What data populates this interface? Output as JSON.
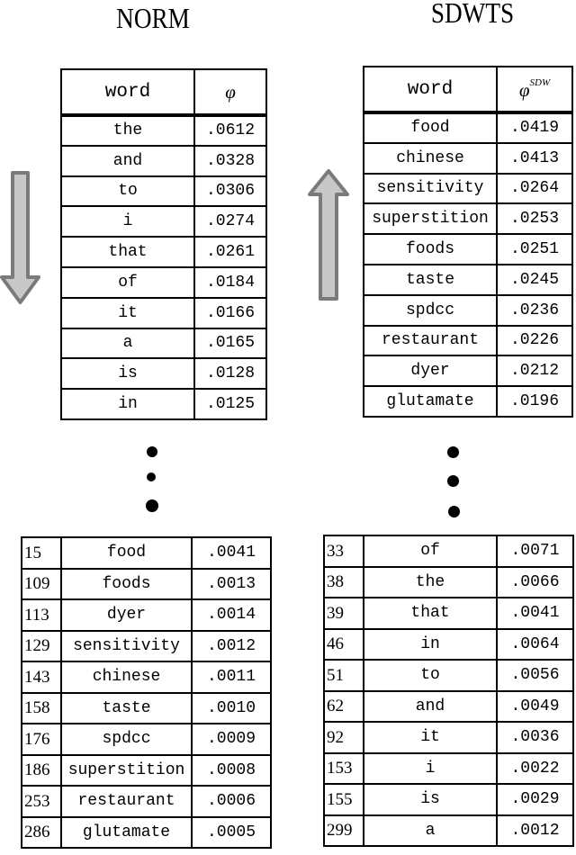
{
  "left": {
    "title": "NORM",
    "header": {
      "word": "word",
      "phi": "φ"
    },
    "arrow": "down-arrow",
    "top_rows": [
      {
        "word": "the",
        "value": ".0612"
      },
      {
        "word": "and",
        "value": ".0328"
      },
      {
        "word": "to",
        "value": ".0306"
      },
      {
        "word": "i",
        "value": ".0274"
      },
      {
        "word": "that",
        "value": ".0261"
      },
      {
        "word": "of",
        "value": ".0184"
      },
      {
        "word": "it",
        "value": ".0166"
      },
      {
        "word": "a",
        "value": ".0165"
      },
      {
        "word": "is",
        "value": ".0128"
      },
      {
        "word": "in",
        "value": ".0125"
      }
    ],
    "bottom_rows": [
      {
        "rank": "15",
        "word": "food",
        "value": ".0041"
      },
      {
        "rank": "109",
        "word": "foods",
        "value": ".0013"
      },
      {
        "rank": "113",
        "word": "dyer",
        "value": ".0014"
      },
      {
        "rank": "129",
        "word": "sensitivity",
        "value": ".0012"
      },
      {
        "rank": "143",
        "word": "chinese",
        "value": ".0011"
      },
      {
        "rank": "158",
        "word": "taste",
        "value": ".0010"
      },
      {
        "rank": "176",
        "word": "spdcc",
        "value": ".0009"
      },
      {
        "rank": "186",
        "word": "superstition",
        "value": ".0008"
      },
      {
        "rank": "253",
        "word": "restaurant",
        "value": ".0006"
      },
      {
        "rank": "286",
        "word": "glutamate",
        "value": ".0005"
      }
    ]
  },
  "right": {
    "title": "SDWTS",
    "header": {
      "word": "word",
      "phi": "φ",
      "phi_sup": "SDW"
    },
    "arrow": "up-arrow",
    "top_rows": [
      {
        "word": "food",
        "value": ".0419"
      },
      {
        "word": "chinese",
        "value": ".0413"
      },
      {
        "word": "sensitivity",
        "value": ".0264"
      },
      {
        "word": "superstition",
        "value": ".0253"
      },
      {
        "word": "foods",
        "value": ".0251"
      },
      {
        "word": "taste",
        "value": ".0245"
      },
      {
        "word": "spdcc",
        "value": ".0236"
      },
      {
        "word": "restaurant",
        "value": ".0226"
      },
      {
        "word": "dyer",
        "value": ".0212"
      },
      {
        "word": "glutamate",
        "value": ".0196"
      }
    ],
    "bottom_rows": [
      {
        "rank": "33",
        "word": "of",
        "value": ".0071"
      },
      {
        "rank": "38",
        "word": "the",
        "value": ".0066"
      },
      {
        "rank": "39",
        "word": "that",
        "value": ".0041"
      },
      {
        "rank": "46",
        "word": "in",
        "value": ".0064"
      },
      {
        "rank": "51",
        "word": "to",
        "value": ".0056"
      },
      {
        "rank": "62",
        "word": "and",
        "value": ".0049"
      },
      {
        "rank": "92",
        "word": "it",
        "value": ".0036"
      },
      {
        "rank": "153",
        "word": "i",
        "value": ".0022"
      },
      {
        "rank": "155",
        "word": "is",
        "value": ".0029"
      },
      {
        "rank": "299",
        "word": "a",
        "value": ".0012"
      }
    ]
  }
}
